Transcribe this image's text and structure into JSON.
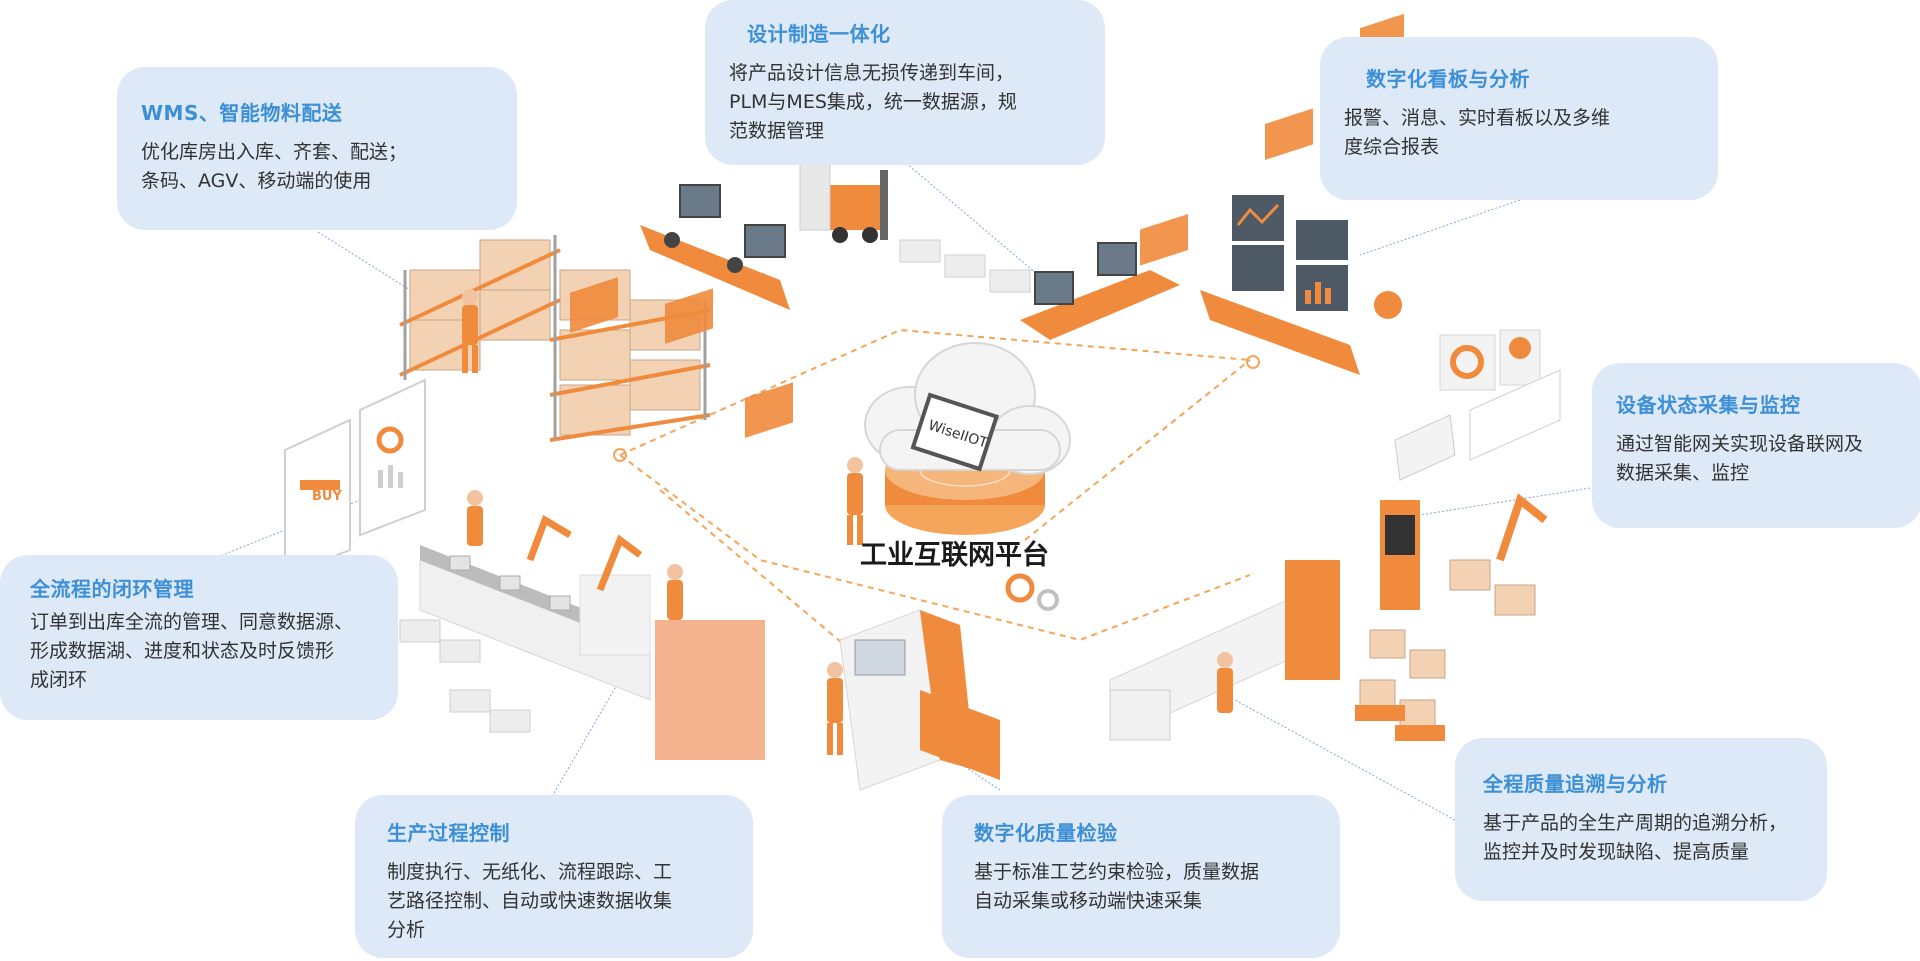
{
  "platform": {
    "center_title": "工业互联网平台",
    "monitor_label": "WiseIIOT"
  },
  "scene_labels": {
    "buy_sign": "BUY"
  },
  "colors": {
    "accent_orange": "#f08a3c",
    "card_bg": "#dde9f6",
    "card_title": "#3d8fd6",
    "dashed_line": "#f4a55a"
  },
  "cards": {
    "wms": {
      "title": "WMS、智能物料配送",
      "desc": "优化库房出入库、齐套、配送；\n条码、AGV、移动端的使用"
    },
    "design": {
      "title": "设计制造一体化",
      "desc": "将产品设计信息无损传递到车间，\nPLM与MES集成，统一数据源，规\n范数据管理"
    },
    "kanban": {
      "title": "数字化看板与分析",
      "desc": "报警、消息、实时看板以及多维\n度综合报表"
    },
    "device": {
      "title": "设备状态采集与监控",
      "desc": "通过智能网关实现设备联网及\n数据采集、监控"
    },
    "closed_loop": {
      "title": "全流程的闭环管理",
      "desc": "订单到出库全流的管理、同意数据源、\n形成数据湖、进度和状态及时反馈形\n成闭环"
    },
    "production": {
      "title": "生产过程控制",
      "desc": "制度执行、无纸化、流程跟踪、工\n艺路径控制、自动或快速数据收集\n分析"
    },
    "quality_inspect": {
      "title": "数字化质量检验",
      "desc": "基于标准工艺约束检验，质量数据\n自动采集或移动端快速采集"
    },
    "quality_trace": {
      "title": "全程质量追溯与分析",
      "desc": "基于产品的全生产周期的追溯分析，\n监控并及时发现缺陷、提高质量"
    }
  }
}
